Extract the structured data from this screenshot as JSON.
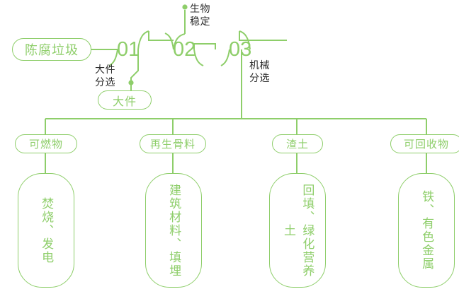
{
  "diagram": {
    "type": "process-flow",
    "accent_color": "#8ece6a",
    "label_color": "#2e2e2e",
    "background": "#ffffff",
    "root": {
      "label": "陈腐垃圾"
    },
    "steps": [
      {
        "number": "01",
        "process_label": "大件\n分选"
      },
      {
        "number": "02",
        "process_label": "生物\n稳定"
      },
      {
        "number": "03",
        "process_label": "机械\n分选"
      }
    ],
    "bulky_output": {
      "label": "大件"
    },
    "outputs": [
      {
        "category": "可燃物",
        "destination": "焚烧、发电"
      },
      {
        "category": "再生骨料",
        "destination": "建筑材料、填埋"
      },
      {
        "category": "渣土",
        "destination": "回填、绿化营养土"
      },
      {
        "category": "可回收物",
        "destination": "铁、有色金属"
      }
    ]
  }
}
